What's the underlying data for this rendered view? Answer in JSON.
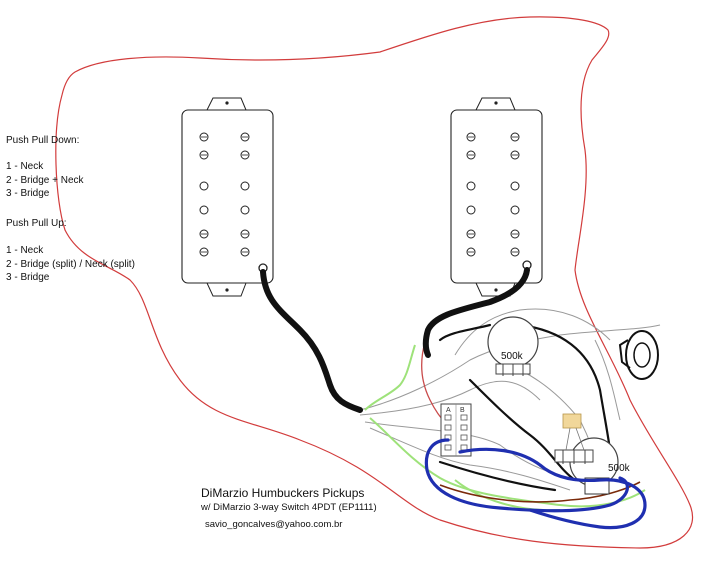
{
  "legend": {
    "down_heading": "Push Pull Down:",
    "down_items": [
      "1 - Neck",
      "2 - Bridge + Neck",
      "3 - Bridge"
    ],
    "up_heading": "Push Pull Up:",
    "up_items": [
      "1 - Neck",
      "2 - Bridge (split) / Neck (split)",
      "3 - Bridge"
    ]
  },
  "credits": {
    "title": "DiMarzio Humbuckers Pickups",
    "subtitle": "w/ DiMarzio 3-way Switch 4PDT (EP1111)",
    "email": "savio_goncalves@yahoo.com.br"
  },
  "pots": {
    "volume_label": "500k",
    "tone_label": "500k"
  },
  "switch": {
    "labels": [
      "A",
      "B"
    ]
  },
  "colors": {
    "pickguard_outline": "#d23c3c",
    "cable": "#111111",
    "wire_green": "#9ee27a",
    "wire_blue": "#1f2fb0",
    "wire_red": "#c94b4b",
    "wire_grey": "#9a9a9a",
    "wire_brown": "#7a2a0a",
    "capacitor": "#f1d79a"
  }
}
